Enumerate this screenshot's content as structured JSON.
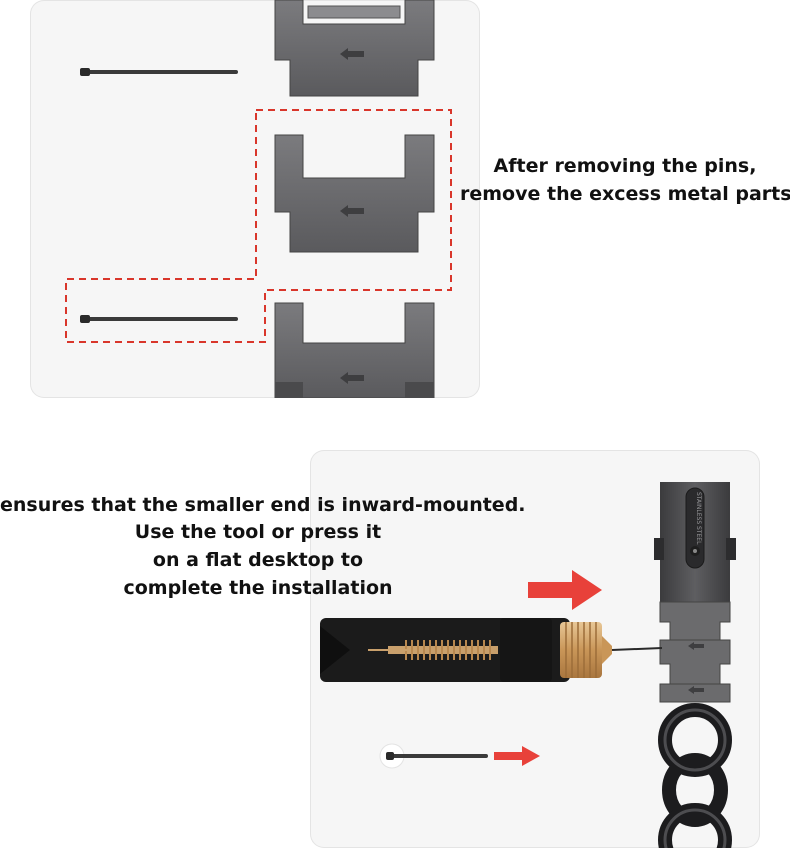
{
  "top_caption": {
    "line1": "After removing the pins,",
    "line2": "remove the excess metal parts."
  },
  "bottom_caption": {
    "line1": "ensures that the smaller end is inward-mounted.",
    "line2": "Use the tool or press it",
    "line3": "on a flat desktop to",
    "line4": "complete the installation"
  },
  "tool_engraving": "STAINLESS STEEL",
  "colors": {
    "panel_bg": "#f6f6f6",
    "link_metal": "#6b6b6d",
    "highlight_dash": "#d9362b",
    "arrow_red": "#e8413a",
    "tool_black": "#1b1b1b",
    "tool_gold": "#d9b07a"
  }
}
